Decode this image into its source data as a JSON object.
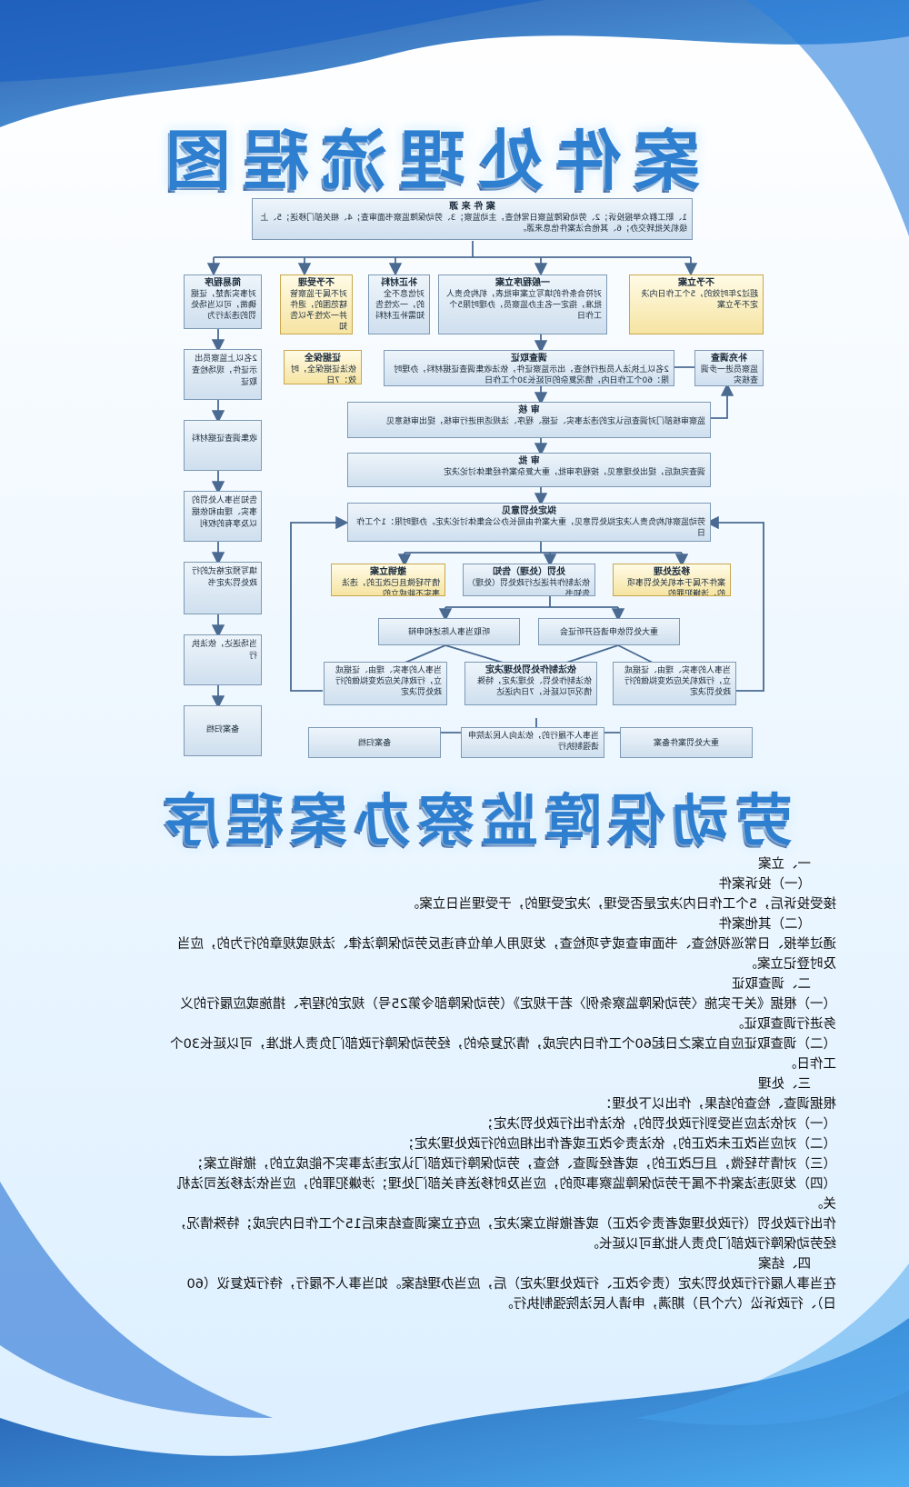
{
  "titles": {
    "top": "案件处理流程图",
    "bottom": "劳动保障监察办案程序"
  },
  "colors": {
    "title": "#2f7fd0",
    "box_blue": "#d8e6f2",
    "box_yellow": "#f6e4a2",
    "arrow": "#4a6a92"
  },
  "flow": {
    "source": {
      "title": "案 件 来 源",
      "body": "1、职工群众举报投诉；2、劳动保障监察日常检查，主动监察；3、劳动保障监察书面审查；4、相关部门移送；5、上级机关批转交办；6、其他合法案件信息来源。"
    },
    "simple": {
      "title": "简易程序",
      "body": "对事实清楚，证据确凿，可以当场处罚的违法行为"
    },
    "reject": {
      "title": "不予受理",
      "body": "对不属于监察管辖范围的，退件并一次性予以告知"
    },
    "supplement": {
      "title": "补正材料",
      "body": "对信息不全的，一次性告知需补正材料"
    },
    "general": {
      "title": "一般程序立案",
      "body": "对符合条件的填写立案审批表，机构负责人批准，指定一名主办监察员，办理时限5个工作日"
    },
    "no_case": {
      "title": "不予立案",
      "body": "超过2年时效的，5个工作日内决定不予立案"
    },
    "onsite": {
      "body": "2名以上监察员出示证件，现场检查取证"
    },
    "evidence_keep": {
      "title": "证据保全",
      "body": "依法证据保全，时效：7日"
    },
    "investigate": {
      "title": "调查取证",
      "body": "2名以上执法人员进行检查，出示监察证件，依法收集调查证据材料，办理时限：60个工作日内，情况复杂的可延长30个工作日"
    },
    "extra_investigate": {
      "title": "补充调查",
      "body": "监察员进一步调查核实"
    },
    "collect": {
      "body": "收集调查证据材料"
    },
    "review": {
      "title": "审 核",
      "body": "监察审核部门对调查后认定的违法事实、证据、程序、法规适用进行审核，提出审核意见"
    },
    "notify": {
      "body": "告知当事人处罚的事实、理由和依据以及享有的权利"
    },
    "approve": {
      "title": "审 批",
      "body": "调查完成后，提出处理意见，按程序审批，重大复杂案件经集体讨论决定"
    },
    "fill_form": {
      "body": "填写预定格式的行政处罚决定书"
    },
    "proposed": {
      "title": "拟定处罚意见",
      "body": "劳动监察机构负责人决定拟处罚意见，重大案件由局长办公会集体讨论决定。办理时限：1个工作日"
    },
    "deliver_side": {
      "body": "当场送达，依法执行"
    },
    "revoke": {
      "title": "撤销立案",
      "body": "情节轻微且已改正的，违法事实不能成立的"
    },
    "penalty": {
      "title": "处罚（处理）告知",
      "body": "依法制作并送达行政处罚（处理）告知书"
    },
    "transfer": {
      "title": "移送处理",
      "body": "案件不属于本机关处罚事项的，涉嫌犯罪的"
    },
    "hearing": {
      "body": "重大处罚依申请召开听证会"
    },
    "statement": {
      "body": "听取当事人陈述和申辩"
    },
    "adopt_left": {
      "body": "当事人的事实、理由、证据成立，行政机关应改变拟做的行政处罚决定"
    },
    "decision": {
      "title": "依法制作处罚处理决定",
      "body": "依法制作处罚、处理决定，特殊情况可以延长，7日内送达"
    },
    "adopt_right": {
      "body": "当事人的事实、理由、证据成立，行政机关应改变拟做的行政处罚决定"
    },
    "major_record": {
      "body": "重大处罚案件备案"
    },
    "enforce": {
      "body": "当事人不履行的，依法向人民法院申请强制执行"
    },
    "archive": {
      "body": "备案归档"
    },
    "archive_side": {
      "body": "备案归档"
    }
  },
  "procedure": {
    "lines": [
      {
        "indent": true,
        "text": "一、立案"
      },
      {
        "indent": true,
        "text": "（一）投诉案件"
      },
      {
        "indent": false,
        "text": "接受投诉后，5个工作日内决定是否受理，决定受理的，于受理当日立案。"
      },
      {
        "indent": true,
        "text": "（二）其他案件"
      },
      {
        "indent": false,
        "text": "通过举报、日常巡视检查、书面审查或专项检查，发现用人单位有违反劳动保障法律、法规或规章的行为的，应当"
      },
      {
        "indent": false,
        "text": "及时登记立案。"
      },
      {
        "indent": true,
        "text": "二、调查取证"
      },
      {
        "indent": false,
        "text": "（一）根据《关于实施〈劳动保障监察条例〉若干规定》（劳动保障部令第25号）规定的程序、措施或应履行的义"
      },
      {
        "indent": false,
        "text": "务进行调查取证。"
      },
      {
        "indent": false,
        "text": "（二）调查取证应自立案之日起60个工作日内完成，情况复杂的，经劳动保障行政部门负责人批准，可以延长30个"
      },
      {
        "indent": false,
        "text": "工作日。"
      },
      {
        "indent": true,
        "text": "三、处理"
      },
      {
        "indent": false,
        "text": "根据调查、检查的结果，作出以下处理："
      },
      {
        "indent": false,
        "text": "（一）对依法应当受到行政处罚的，依法作出行政处罚决定；"
      },
      {
        "indent": false,
        "text": "（二）对应当改正未改正的，依法责令改正或者作出相应的行政处理决定；"
      },
      {
        "indent": false,
        "text": "（三）对情节轻微，且已改正的，或者经调查、检查，劳动保障行政部门认定违法事实不能成立的，撤销立案；"
      },
      {
        "indent": false,
        "text": "（四）发现违法案件不属于劳动保障监察事项的，应当及时移送有关部门处理；涉嫌犯罪的，应当依法移送司法机"
      },
      {
        "indent": false,
        "text": "关。"
      },
      {
        "indent": false,
        "text": "作出行政处罚（行政处理或者责令改正）或者撤销立案决定，应在立案调查结束后15个工作日内完成；特殊情况，"
      },
      {
        "indent": false,
        "text": "经劳动保障行政部门负责人批准可以延长。"
      },
      {
        "indent": true,
        "text": "四、结案"
      },
      {
        "indent": false,
        "text": "在当事人履行行政处罚决定（责令改正、行政处理决定）后，应当办理结案。如当事人不履行，待行政复议（60"
      },
      {
        "indent": false,
        "text": "日）、行政诉讼（六个月）期满，申请人民法院强制执行。"
      }
    ]
  }
}
